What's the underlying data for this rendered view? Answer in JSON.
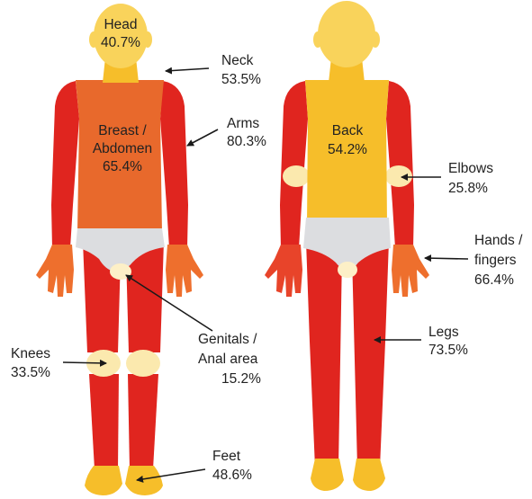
{
  "colors": {
    "red": "#E0251F",
    "orange_red": "#E8442A",
    "orange": "#E8692C",
    "hand_orange": "#EE6F2D",
    "yellow": "#F6BE2A",
    "light_yellow": "#F9D35B",
    "pale_yellow": "#FBE9AE",
    "gray": "#DCDDE0",
    "pale_genital": "#FDF0C7",
    "arrow": "#1a1a1a",
    "text": "#222222"
  },
  "labels": {
    "head": {
      "name": "Head",
      "value": "40.7%"
    },
    "neck": {
      "name": "Neck",
      "value": "53.5%"
    },
    "arms": {
      "name": "Arms",
      "value": "80.3%"
    },
    "breast": {
      "name1": "Breast /",
      "name2": "Abdomen",
      "value": "65.4%"
    },
    "back": {
      "name": "Back",
      "value": "54.2%"
    },
    "elbows": {
      "name": "Elbows",
      "value": "25.8%"
    },
    "hands": {
      "name1": "Hands /",
      "name2": "fingers",
      "value": "66.4%"
    },
    "genitals": {
      "name1": "Genitals /",
      "name2": "Anal area",
      "value": "15.2%"
    },
    "knees": {
      "name": "Knees",
      "value": "33.5%"
    },
    "legs": {
      "name": "Legs",
      "value": "73.5%"
    },
    "feet": {
      "name": "Feet",
      "value": "48.6%"
    }
  }
}
